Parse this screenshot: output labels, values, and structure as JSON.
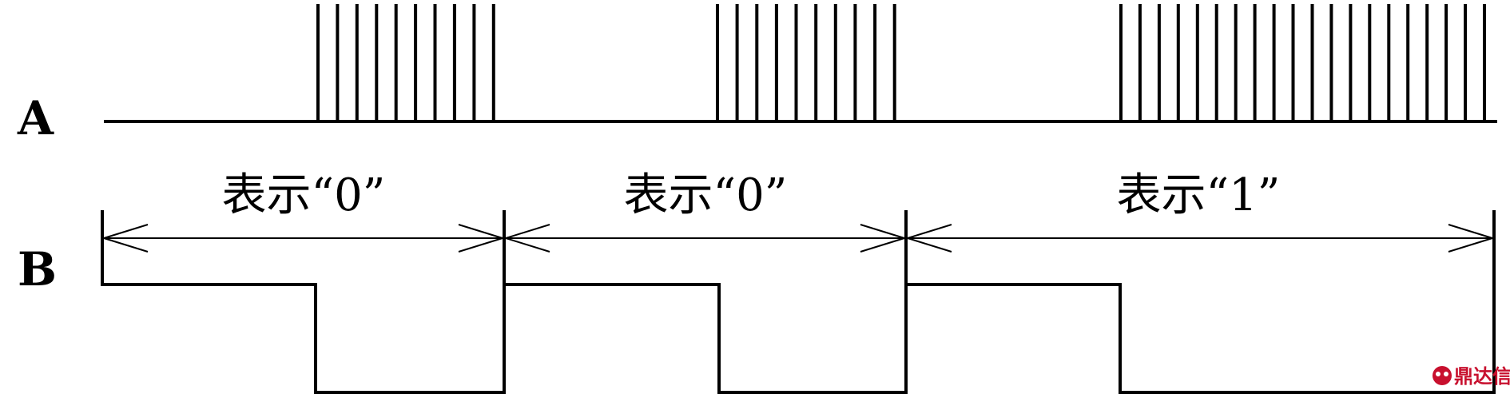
{
  "signals": {
    "a": {
      "label": "A"
    },
    "b": {
      "label": "B"
    }
  },
  "segments": [
    {
      "label": "表示“0”",
      "bit": 0,
      "pulse_count": 10
    },
    {
      "label": "表示“0”",
      "bit": 0,
      "pulse_count": 10
    },
    {
      "label": "表示“1”",
      "bit": 1,
      "pulse_count": 20
    }
  ],
  "watermark": {
    "text": "鼎达信",
    "color": "#c8102e"
  }
}
